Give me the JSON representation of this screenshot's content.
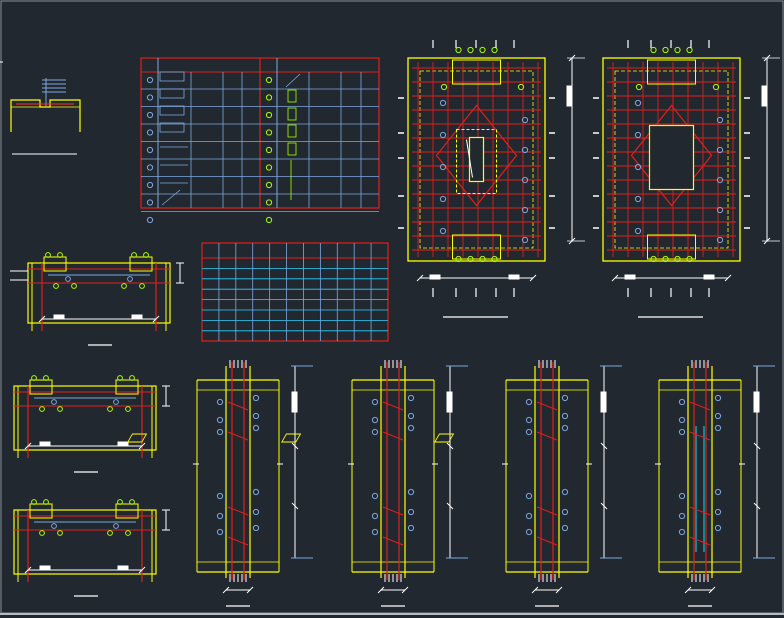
{
  "viewport": {
    "title": ""
  },
  "colors": {
    "background": "#212830",
    "frame": "#ffff00",
    "rebar": "#e0201a",
    "stirrup": "#ff3030",
    "dim": "#ffffff",
    "table_line": "#7fa8e0",
    "table_cyan": "#2ad0ff",
    "bar_marker": "#7fa8e0",
    "green_marker": "#aaff00",
    "cyan_line": "#00e5ff"
  },
  "icons": {
    "bar_marker": "circle-marker-icon",
    "anchor": "anchor-mark-icon"
  },
  "drawings": {
    "section_detail": {
      "name": "small-section-detail"
    },
    "rebar_schedule": {
      "name": "rebar-schedule-table",
      "rows": 9
    },
    "grid_table": {
      "name": "grid-table",
      "rows": 8,
      "cols": 11
    },
    "plans": [
      {
        "name": "plan-1",
        "hole": "small"
      },
      {
        "name": "plan-2",
        "hole": "large"
      }
    ],
    "beam_sections": [
      {
        "name": "beam-section-1"
      },
      {
        "name": "beam-section-2"
      },
      {
        "name": "beam-section-3"
      }
    ],
    "column_elevations": [
      {
        "name": "column-elevation-1"
      },
      {
        "name": "column-elevation-2"
      },
      {
        "name": "column-elevation-3"
      },
      {
        "name": "column-elevation-4"
      }
    ]
  }
}
